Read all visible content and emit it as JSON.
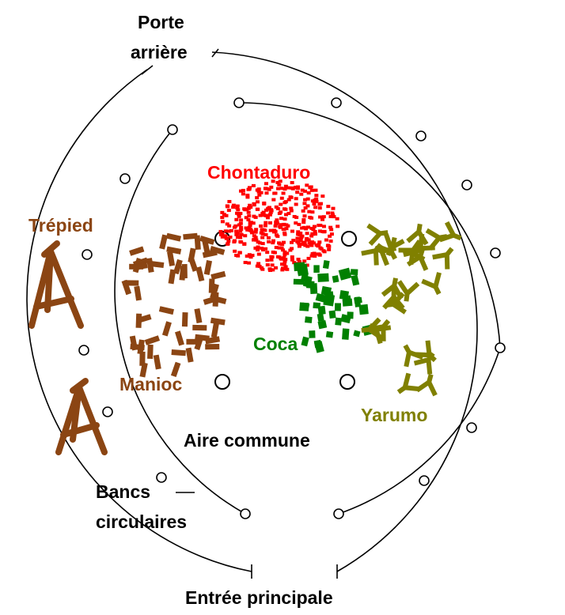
{
  "labels": {
    "back_door": [
      "Porte",
      "arrière"
    ],
    "tripod": "Trépied",
    "chontaduro": "Chontaduro",
    "manioc": "Manioc",
    "coca": "Coca",
    "yarumo": "Yarumo",
    "common_area": "Aire commune",
    "benches": [
      "Bancs",
      "circulaires"
    ],
    "main_entrance": "Entrée principale"
  },
  "colors": {
    "outline": "#000000",
    "tripod": "#8b4513",
    "chontaduro": "#ff0000",
    "manioc": "#8b4513",
    "coca": "#008000",
    "yarumo": "#808000"
  }
}
